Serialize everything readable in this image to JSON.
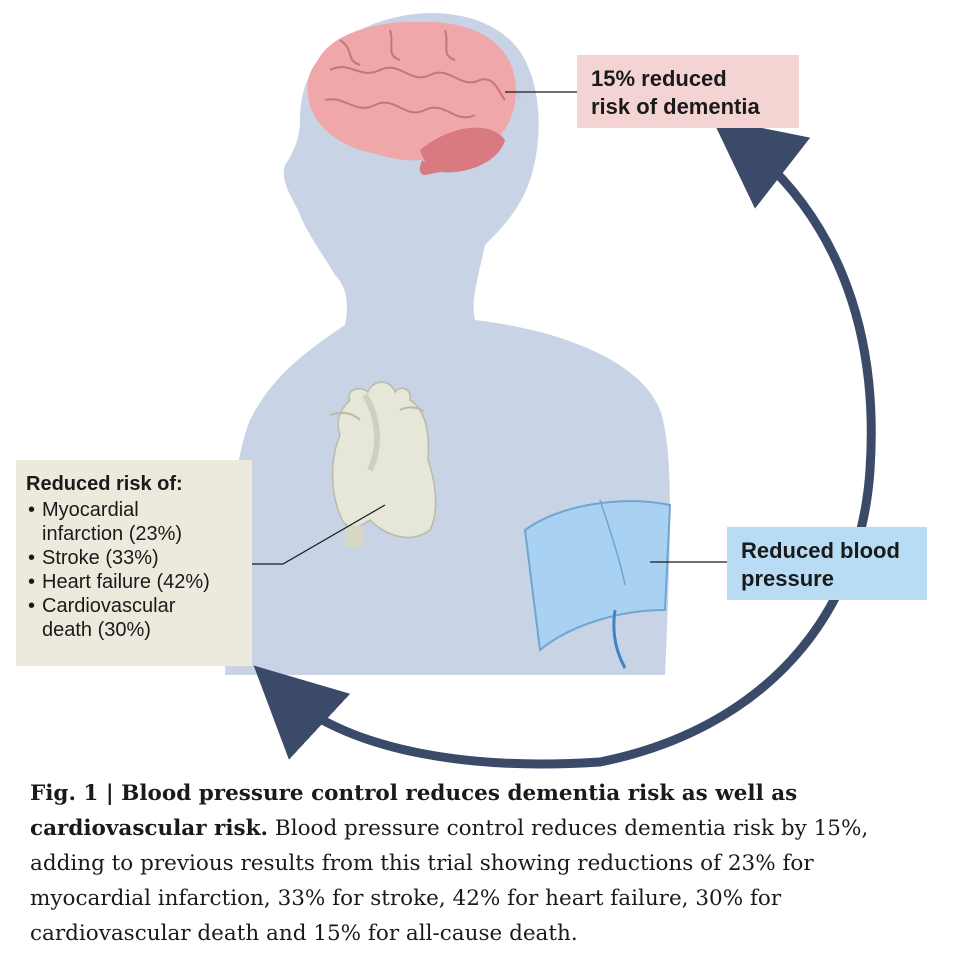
{
  "dementia_label": {
    "line1": "15% reduced",
    "line2": "risk of dementia"
  },
  "bp_label": {
    "line1": "Reduced blood",
    "line2": "pressure"
  },
  "risk_box": {
    "heading": "Reduced risk of:",
    "items": [
      {
        "line1": "Myocardial",
        "line2": "infarction (23%)"
      },
      {
        "line1": "Stroke (33%)",
        "line2": ""
      },
      {
        "line1": "Heart failure (42%)",
        "line2": ""
      },
      {
        "line1": "Cardiovascular",
        "line2": "death (30%)"
      }
    ]
  },
  "caption": {
    "title": "Fig. 1 | Blood pressure control reduces dementia risk as well as cardiovascular risk.",
    "body": "Blood pressure control reduces dementia risk by 15%, adding to previous results from this trial showing reductions of 23% for myocardial infarction, 33% for stroke, 42% for heart failure, 30% for cardiovascular death and 15% for all-cause death."
  },
  "colors": {
    "silhouette": "#c9d3e6",
    "brain": "#f0a7aa",
    "heart": "#e6e7d8",
    "cuff": "#a9d2f2",
    "arrow": "#3b4a68",
    "dementia_box": "#f4d4d3",
    "bp_box": "#b9dcf5",
    "risk_box": "#ece9dd"
  }
}
